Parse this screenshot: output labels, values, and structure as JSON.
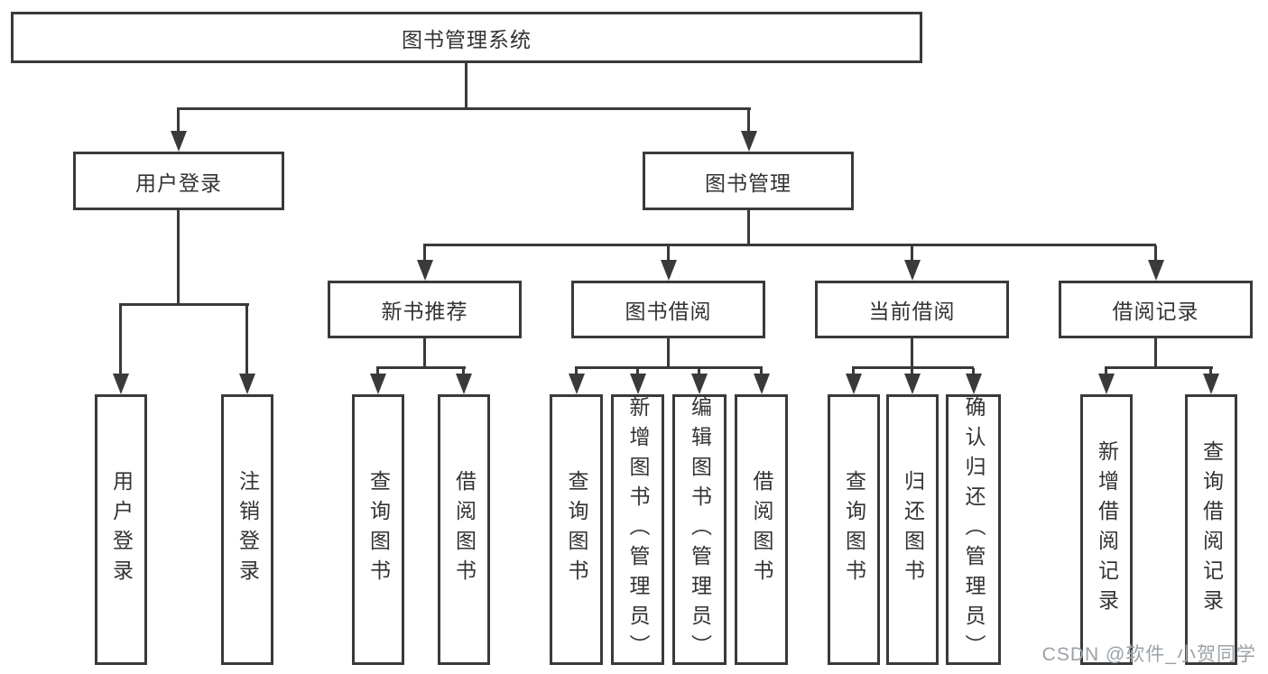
{
  "diagram": {
    "type": "hierarchy-tree",
    "root": {
      "label": "图书管理系统"
    },
    "level2": [
      {
        "label": "用户登录"
      },
      {
        "label": "图书管理"
      }
    ],
    "level3": [
      {
        "label": "新书推荐",
        "parent": "图书管理"
      },
      {
        "label": "图书借阅",
        "parent": "图书管理"
      },
      {
        "label": "当前借阅",
        "parent": "图书管理"
      },
      {
        "label": "借阅记录",
        "parent": "图书管理"
      }
    ],
    "leaves": [
      {
        "label": "用户登录",
        "parent": "用户登录"
      },
      {
        "label": "注销登录",
        "parent": "用户登录"
      },
      {
        "label": "查询图书",
        "parent": "新书推荐"
      },
      {
        "label": "借阅图书",
        "parent": "新书推荐"
      },
      {
        "label": "查询图书",
        "parent": "图书借阅"
      },
      {
        "label": "新增图书（管理员）",
        "parent": "图书借阅"
      },
      {
        "label": "编辑图书（管理员）",
        "parent": "图书借阅"
      },
      {
        "label": "借阅图书",
        "parent": "图书借阅"
      },
      {
        "label": "查询图书",
        "parent": "当前借阅"
      },
      {
        "label": "归还图书",
        "parent": "当前借阅"
      },
      {
        "label": "确认归还（管理员）",
        "parent": "当前借阅"
      },
      {
        "label": "新增借阅记录",
        "parent": "借阅记录"
      },
      {
        "label": "查询借阅记录",
        "parent": "借阅记录"
      }
    ]
  },
  "watermark": "CSDN @软件_小贺同学",
  "colors": {
    "line": "#3a3a3a",
    "text": "#333333",
    "watermark": "#9ba1a6",
    "background": "#ffffff"
  }
}
